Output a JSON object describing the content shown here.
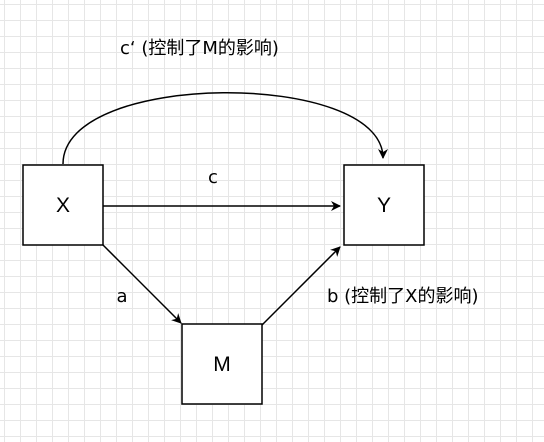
{
  "diagram": {
    "nodes": {
      "x": {
        "label": "X"
      },
      "y": {
        "label": "Y"
      },
      "m": {
        "label": "M"
      }
    },
    "edges": {
      "x_to_y_direct": {
        "label": "c"
      },
      "x_to_y_controlled": {
        "label": "c‘ (控制了M的影响)"
      },
      "x_to_m": {
        "label": "a"
      },
      "m_to_y": {
        "label": "b (控制了X的影响)"
      }
    }
  }
}
